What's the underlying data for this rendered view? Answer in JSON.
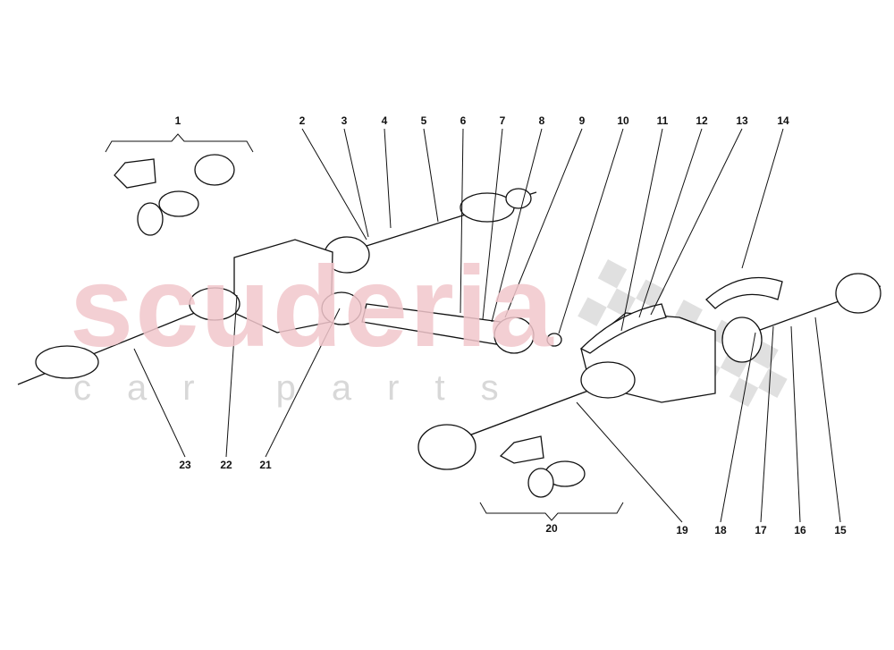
{
  "diagram": {
    "part_labels": [
      "1",
      "2",
      "3",
      "4",
      "5",
      "6",
      "7",
      "8",
      "9",
      "10",
      "11",
      "12",
      "13",
      "14",
      "15",
      "16",
      "17",
      "18",
      "19",
      "20",
      "21",
      "22",
      "23"
    ]
  },
  "watermark": {
    "brand": "scuderia",
    "sub": "car parts",
    "color": "#f2c7cc"
  }
}
